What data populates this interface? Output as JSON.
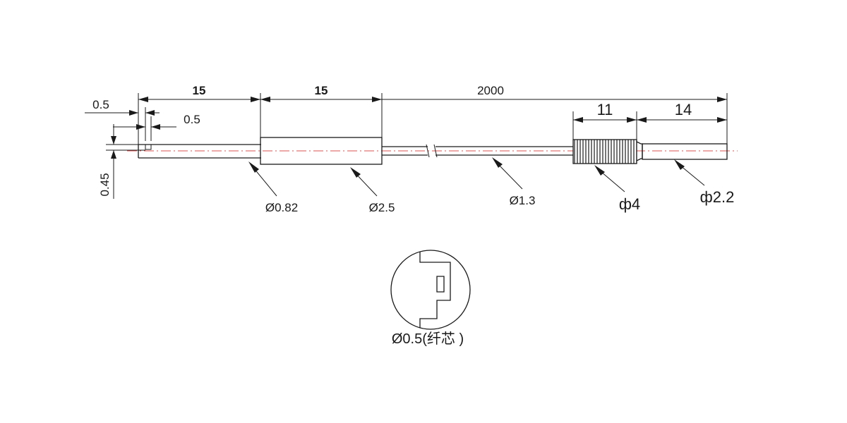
{
  "colors": {
    "line": "#1a1a1a",
    "centerline": "#d9534f",
    "background": "#ffffff"
  },
  "dimensions": {
    "tip_gap_top": "0.5",
    "tip_gap_right": "0.5",
    "tip_height": "0.45",
    "segment_1_length": "15",
    "segment_2_length": "15",
    "total_length": "2000",
    "knurl_length": "11",
    "end_tube_length": "14"
  },
  "diameters": {
    "tip": "Ø0.82",
    "sleeve": "Ø2.5",
    "cable": "Ø1.3",
    "knurl": "ф4",
    "end_tube": "ф2.2"
  },
  "detail": {
    "caption": "Ø0.5(纤芯 )"
  }
}
